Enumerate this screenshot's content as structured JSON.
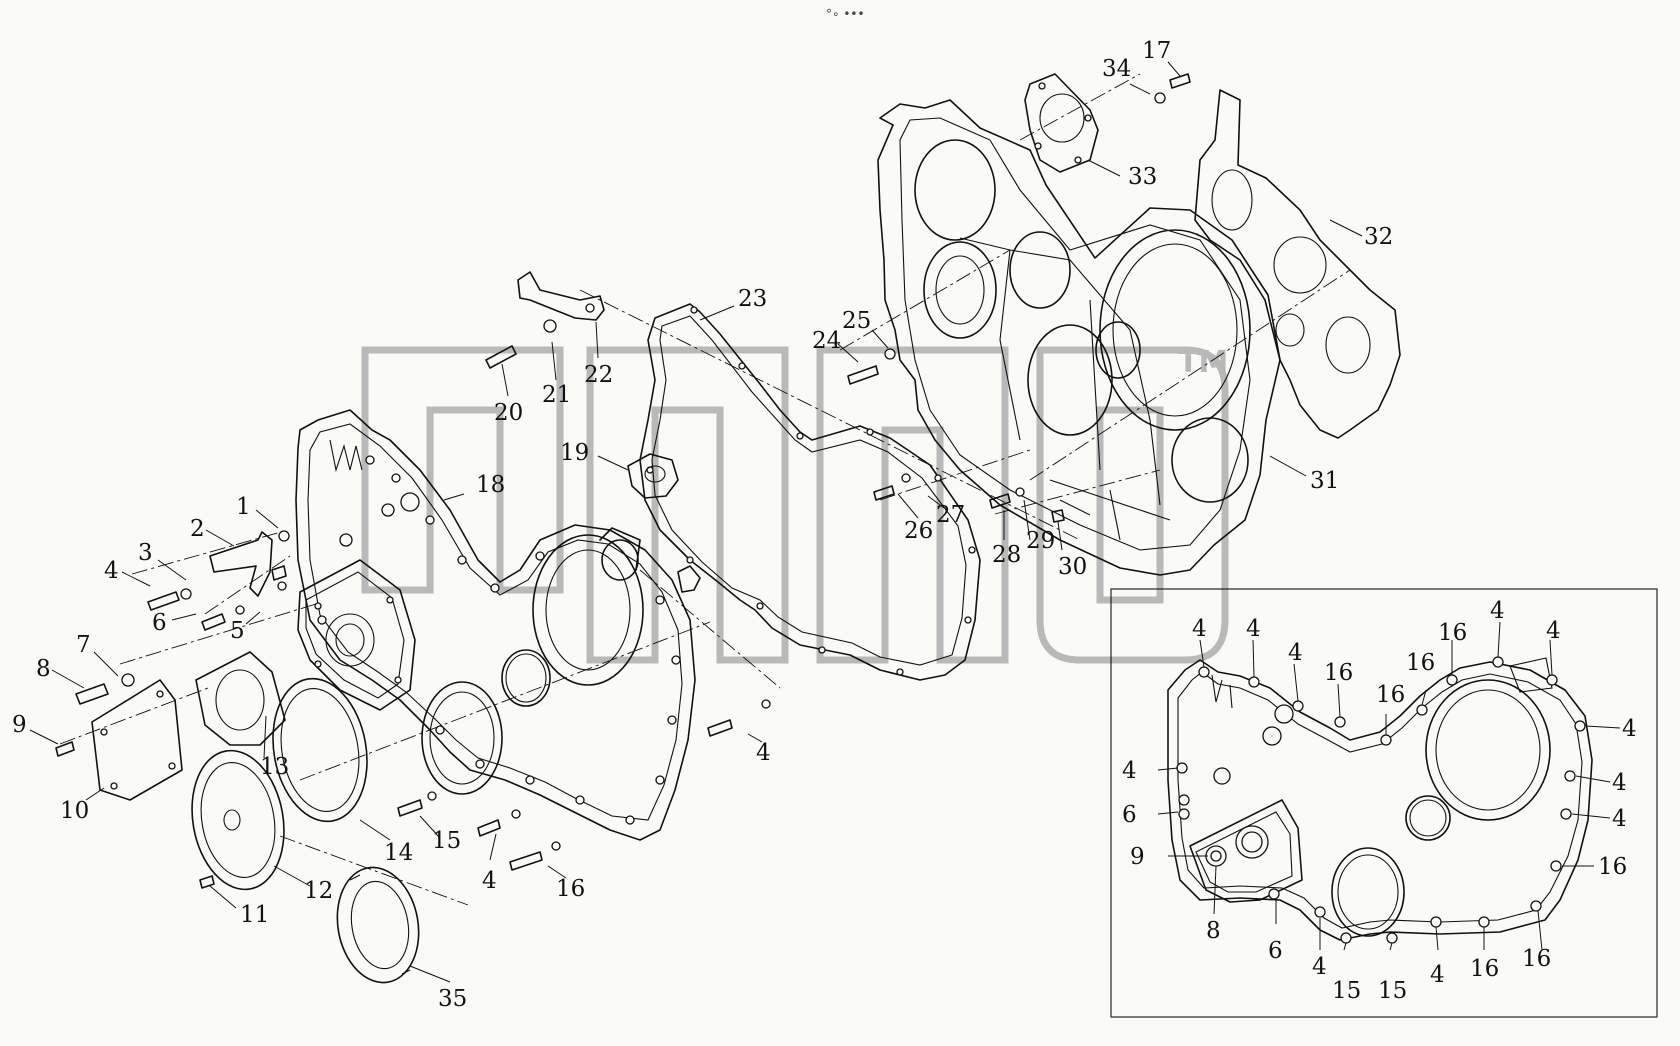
{
  "header_text": "°∘ •••",
  "watermark": {
    "mark": "TM",
    "color": "#b9b9b9"
  },
  "main_labels": [
    {
      "text": "1"
    },
    {
      "text": "2"
    },
    {
      "text": "3"
    },
    {
      "text": "4"
    },
    {
      "text": "5"
    },
    {
      "text": "6"
    },
    {
      "text": "7"
    },
    {
      "text": "8"
    },
    {
      "text": "9"
    },
    {
      "text": "10"
    },
    {
      "text": "11"
    },
    {
      "text": "12"
    },
    {
      "text": "13"
    },
    {
      "text": "14"
    },
    {
      "text": "15"
    },
    {
      "text": "4"
    },
    {
      "text": "16"
    },
    {
      "text": "35"
    },
    {
      "text": "4"
    },
    {
      "text": "18"
    },
    {
      "text": "19"
    },
    {
      "text": "20"
    },
    {
      "text": "21"
    },
    {
      "text": "22"
    },
    {
      "text": "23"
    },
    {
      "text": "24"
    },
    {
      "text": "25"
    },
    {
      "text": "26"
    },
    {
      "text": "27"
    },
    {
      "text": "28"
    },
    {
      "text": "29"
    },
    {
      "text": "30"
    },
    {
      "text": "31"
    },
    {
      "text": "32"
    },
    {
      "text": "33"
    },
    {
      "text": "34"
    },
    {
      "text": "17"
    }
  ],
  "inset_labels": [
    {
      "text": "4"
    },
    {
      "text": "4"
    },
    {
      "text": "4"
    },
    {
      "text": "16"
    },
    {
      "text": "16"
    },
    {
      "text": "16"
    },
    {
      "text": "16"
    },
    {
      "text": "4"
    },
    {
      "text": "4"
    },
    {
      "text": "4"
    },
    {
      "text": "4"
    },
    {
      "text": "4"
    },
    {
      "text": "16"
    },
    {
      "text": "4"
    },
    {
      "text": "6"
    },
    {
      "text": "9"
    },
    {
      "text": "8"
    },
    {
      "text": "6"
    },
    {
      "text": "4"
    },
    {
      "text": "15"
    },
    {
      "text": "15"
    },
    {
      "text": "4"
    },
    {
      "text": "16"
    },
    {
      "text": "16"
    }
  ]
}
